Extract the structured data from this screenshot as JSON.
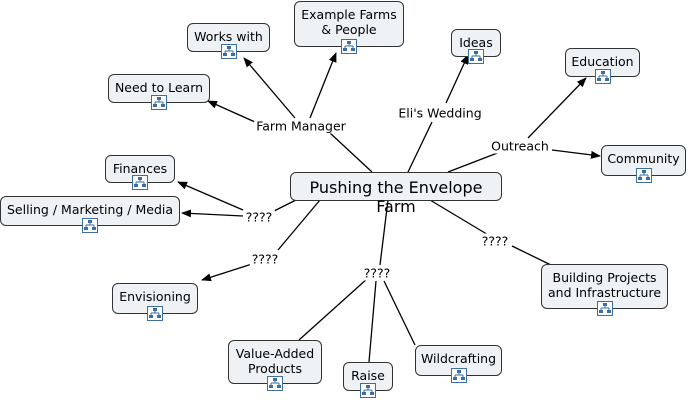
{
  "center": "Pushing the Envelope Farm",
  "link_labels": {
    "farm_manager": "Farm Manager",
    "elis_wedding": "Eli's Wedding",
    "outreach": "Outreach",
    "q_left": "????",
    "q_lower_left": "????",
    "q_bottom": "????",
    "q_right": "????"
  },
  "concepts": {
    "works_with": "Works with",
    "example_farms": "Example Farms\n& People",
    "need_to_learn": "Need to Learn",
    "ideas": "Ideas",
    "education": "Education",
    "community": "Community",
    "finances": "Finances",
    "selling": "Selling / Marketing / Media",
    "envisioning": "Envisioning",
    "value_added": "Value-Added\nProducts",
    "raise": "Raise",
    "wildcrafting": "Wildcrafting",
    "building": "Building Projects\nand Infrastructure"
  },
  "icon": "concept-map-link-icon"
}
